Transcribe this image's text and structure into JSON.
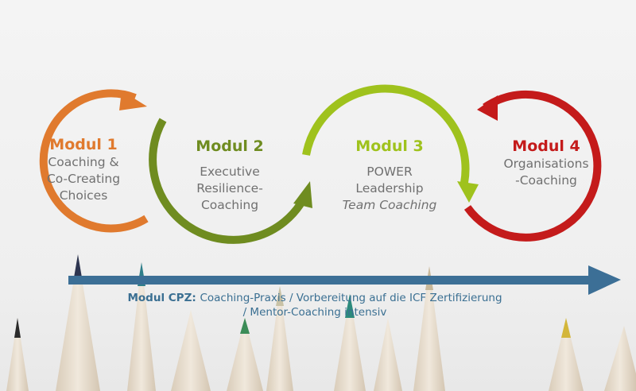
{
  "colors": {
    "modul1": "#e07a2e",
    "modul2": "#6f8c20",
    "modul3": "#9fc21d",
    "modul4": "#c41b1b",
    "arrow": "#3c6f96",
    "caption": "#3a6f92"
  },
  "modules": [
    {
      "title": "Modul 1",
      "lines": "Coaching &\nCo-Creating\nChoices",
      "italic": ""
    },
    {
      "title": "Modul 2",
      "lines": "Executive\nResilience-\nCoaching",
      "italic": ""
    },
    {
      "title": "Modul 3",
      "lines": "POWER\nLeadership",
      "italic": "Team Coaching"
    },
    {
      "title": "Modul 4",
      "lines": "Organisations\n-Coaching",
      "italic": ""
    }
  ],
  "caption": {
    "line1_prefix": "Modul CPZ: ",
    "line1_rest": "Coaching-Praxis / Vorbereitung auf die ICF Zertifizierung",
    "line2": "/ Mentor-Coaching intensiv"
  }
}
